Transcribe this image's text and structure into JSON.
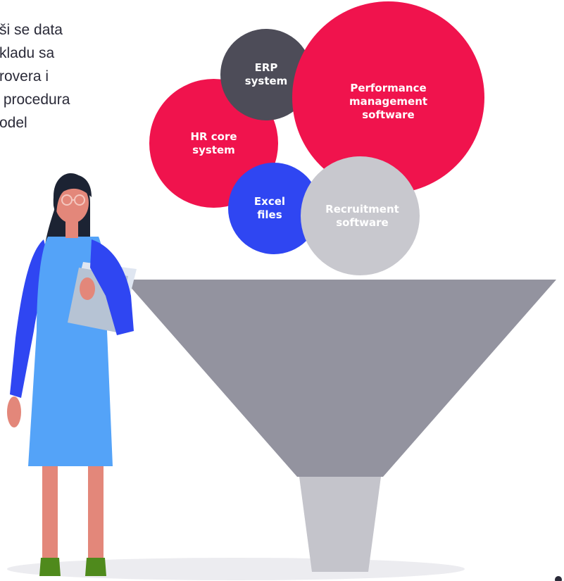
{
  "intro_lines": [
    "ši se data",
    "kladu sa",
    "rovera i",
    " procedura",
    "odel"
  ],
  "bubbles": {
    "hr_core": [
      "HR core",
      "system"
    ],
    "erp": [
      "ERP",
      "system"
    ],
    "performance": [
      "Performance",
      "management",
      "software"
    ],
    "excel": [
      "Excel",
      "files"
    ],
    "recruitment": [
      "Recruitment",
      "software"
    ]
  },
  "colors": {
    "accent_red": "#f0134d",
    "erp_dark": "#4d4c58",
    "excel_blue": "#2f46f2",
    "recruitment_gray": "#c8c8ce",
    "funnel_gray": "#93939f",
    "funnel_spout": "#c4c4cb",
    "dress_blue": "#54a3f8",
    "sleeve_blue": "#2f46f2",
    "skin": "#e3877a",
    "hair": "#1c2333",
    "shoes": "#4f8a1c"
  },
  "icons": [
    "woman-figure",
    "funnel-shape",
    "folder-icon",
    "glasses-icon"
  ]
}
